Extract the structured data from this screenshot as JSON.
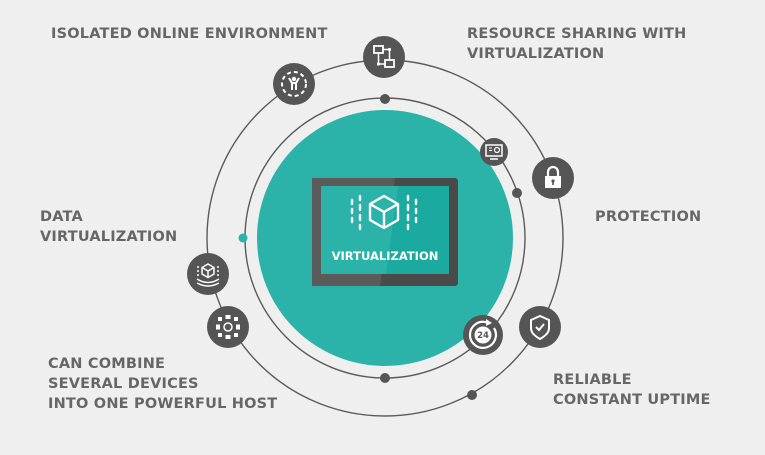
{
  "center": {
    "title": "VIRTUALIZATION",
    "icon": "cube-icon"
  },
  "colors": {
    "background": "#efefef",
    "teal": "#2bb3aa",
    "teal_dark": "#0fa297",
    "icon_bg": "#555555",
    "ring": "#5a5a5a",
    "text": "#666666"
  },
  "features": [
    {
      "id": "isolated",
      "lines": [
        "ISOLATED ONLINE ENVIRONMENT"
      ],
      "icon": "isolated-person-icon"
    },
    {
      "id": "resource-sharing",
      "lines": [
        "RESOURCE SHARING WITH",
        "VIRTUALIZATION"
      ],
      "icon": "network-icon"
    },
    {
      "id": "protection",
      "lines": [
        "PROTECTION"
      ],
      "icon": "lock-icon"
    },
    {
      "id": "uptime",
      "lines": [
        "RELIABLE",
        "CONSTANT UPTIME"
      ],
      "icon": "shield-check-icon"
    },
    {
      "id": "combine",
      "lines": [
        "CAN COMBINE",
        "SEVERAL DEVICES",
        "INTO ONE POWERFUL HOST"
      ],
      "icon": "hub-icon"
    },
    {
      "id": "data-virt",
      "lines": [
        "DATA",
        "VIRTUALIZATION"
      ],
      "icon": "cube-platform-icon"
    }
  ],
  "inner_icons": [
    {
      "icon": "monitor-gear-icon"
    },
    {
      "icon": "clock-24-icon",
      "text": "24"
    }
  ]
}
